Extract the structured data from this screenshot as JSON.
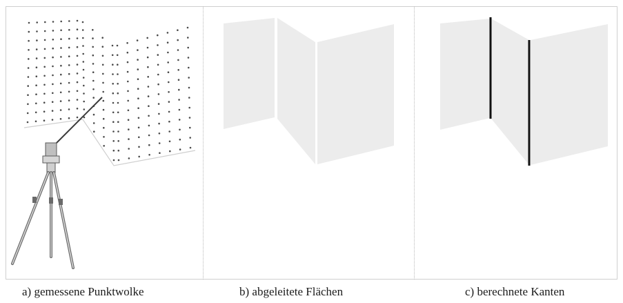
{
  "panels": [
    {
      "caption": "a) gemessene Punktwolke"
    },
    {
      "caption": "b) abgeleitete Flächen"
    },
    {
      "caption": "c) berechnete Kanten"
    }
  ],
  "colors": {
    "surface_fill": "#ececec",
    "edge_stroke": "#111111",
    "point_color": "#4a4a4a",
    "frame_border": "#cfcfcf"
  },
  "icons": {
    "scanner": "tripod-laser-scanner-icon"
  }
}
